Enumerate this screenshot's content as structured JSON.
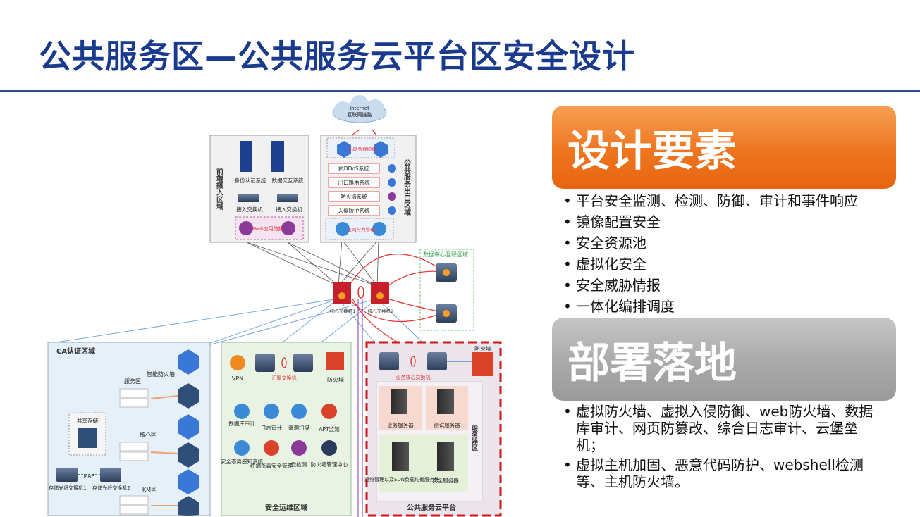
{
  "title": "公共服务区—公共服务云平台区安全设计",
  "sections": [
    {
      "heading": "设计要素",
      "items": [
        "平台安全监测、检测、防御、审计和事件响应",
        "镜像配置安全",
        "安全资源池",
        "虚拟化安全",
        "安全威胁情报",
        "一体化编排调度"
      ]
    },
    {
      "heading": "部署落地",
      "items": [
        "虚拟防火墙、虚拟入侵防御、web防火墙、数据库审计、网页防篡改、综合日志审计、云堡垒机；",
        "虚拟主机加固、恶意代码防护、webshell检测等、主机防火墙。"
      ]
    }
  ],
  "diagram": {
    "internet": "Internet",
    "internet_link": "互联网链路",
    "front_zone": "前端接入区域",
    "front_auth": "身份认证系统",
    "front_exchange": "数据交互系统",
    "front_switch1": "接入交换机",
    "front_switch2": "接入交换机",
    "front_waf": "Web应用防护",
    "exit_zone": "公共服务出口区域",
    "exit_lb": "出网负载均衡",
    "exit_ddos": "抗DDoS系统",
    "exit_router": "出口路由系统",
    "exit_fw": "防火墙系统",
    "exit_ips": "入侵防护系统",
    "exit_behavior": "上网行为管理",
    "dc_zone": "数据中心互联区域",
    "core1": "核心交换机1",
    "core2": "核心交换机2",
    "ca_zone": "CA认证区域",
    "ca_fw": "智能防火墙",
    "ca_service": "服务区",
    "ca_core": "核心区",
    "ca_km": "KM区",
    "ca_storage": "共享存储",
    "ca_map": "MAP",
    "ca_fiber1": "存储光纤交换机1",
    "ca_fiber2": "存储光纤交换机2",
    "ops_zone": "安全运维区域",
    "ops_vpn": "VPN",
    "ops_agg": "汇聚交换机",
    "ops_fw": "防火墙",
    "ops_db": "数据库审计",
    "ops_log": "日志审计",
    "ops_scan": "漏洞扫描",
    "ops_apt": "APT监测",
    "ops_situ": "安全态势感知系统",
    "ops_av": "终端杀毒安全管理",
    "ops_cloud": "云检测",
    "ops_fwmgr": "防火墙管理中心",
    "cloud_zone": "公共服务云平台",
    "cloud_fw": "防火墙",
    "cloud_core": "业务核心交换机",
    "cloud_srv": "服务器区",
    "cloud_biz": "业务服务器",
    "cloud_test": "测试服务器",
    "cloud_ops": "运维管理以及SDN负载均衡服务器",
    "cloud_sec": "安全服务器"
  }
}
